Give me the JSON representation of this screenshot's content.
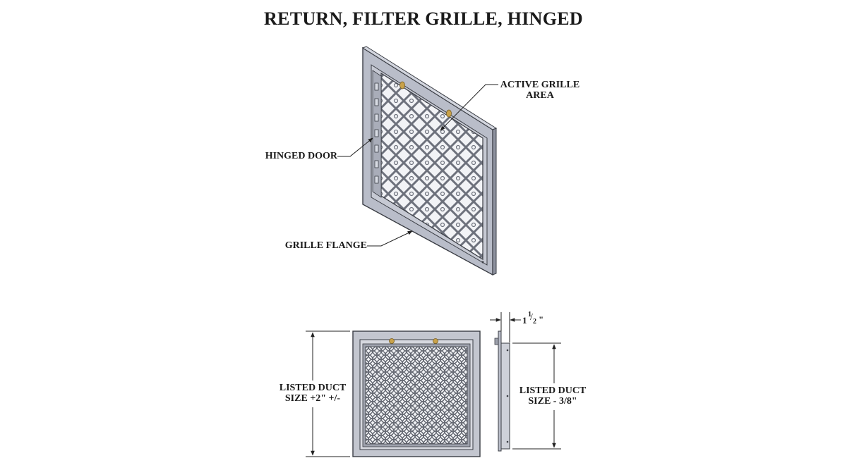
{
  "title": "RETURN, FILTER GRILLE, HINGED",
  "callouts": {
    "active_grille_area": [
      "ACTIVE GRILLE",
      "AREA"
    ],
    "hinged_door": "HINGED DOOR",
    "grille_flange": "GRILLE FLANGE"
  },
  "dimensions": {
    "front_height": [
      "LISTED DUCT",
      "SIZE +2\" +/-"
    ],
    "side_height": [
      "LISTED DUCT",
      "SIZE - 3/8\""
    ],
    "depth": {
      "whole": "1",
      "numerator": "1",
      "slash": "/",
      "denominator": "2",
      "unit": "\""
    }
  },
  "colors": {
    "frame": "#b9bdc9",
    "frame_light": "#d3d6df",
    "frame_dark": "#8e929f",
    "edge": "#3a3d44",
    "pattern": "#6d717c",
    "opening": "#f2f3f6",
    "hinge_pin": "#c9a24a",
    "leader": "#222222"
  }
}
